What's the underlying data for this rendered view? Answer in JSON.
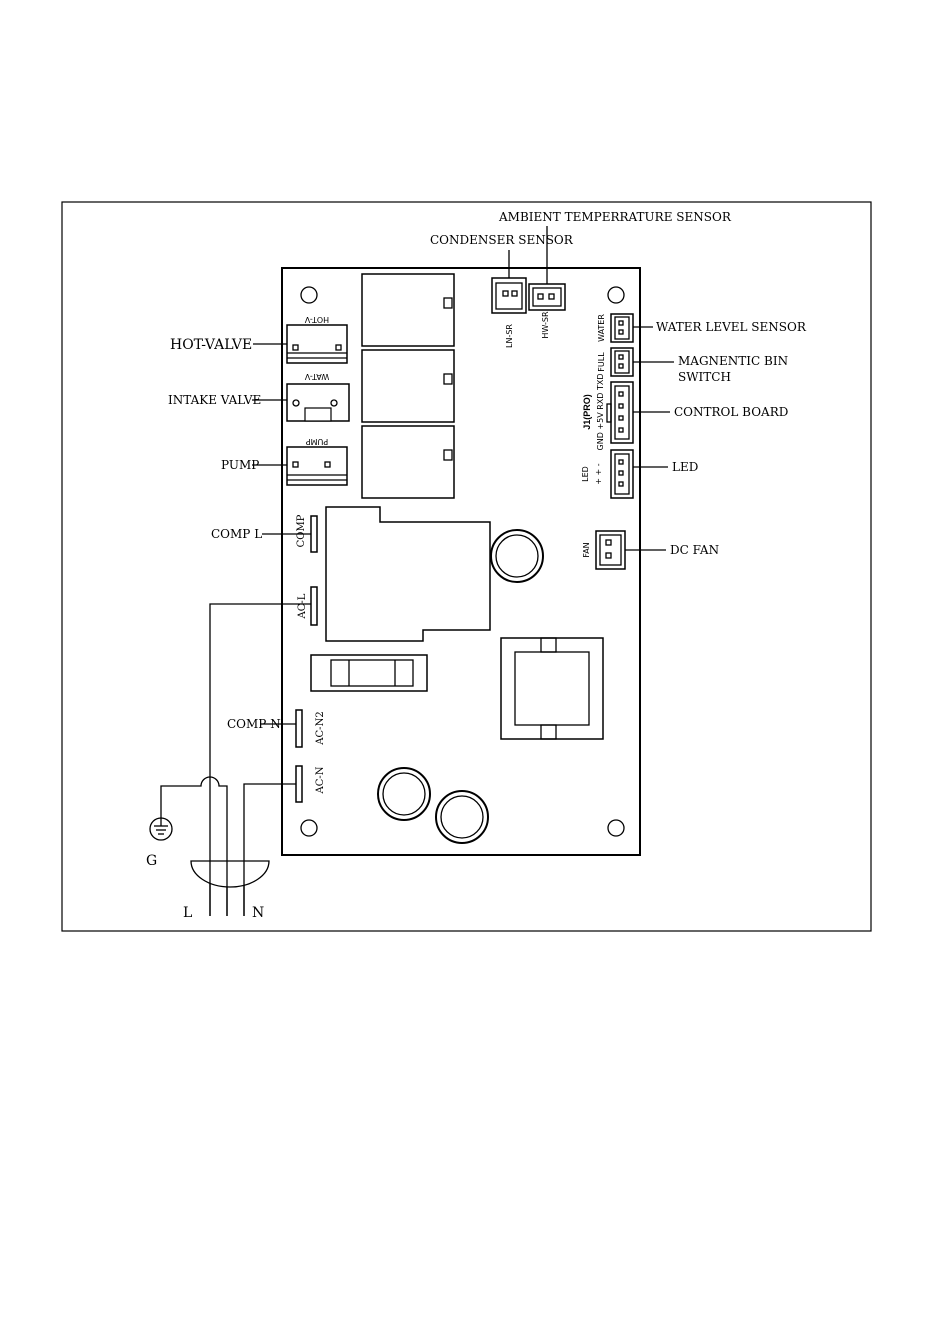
{
  "labels": {
    "ambient_sensor": "AMBIENT TEMPERRATURE SENSOR",
    "condenser_sensor": "CONDENSER SENSOR",
    "water_level_sensor": "WATER LEVEL SENSOR",
    "magnetic_bin_line1": "MAGNENTIC BIN",
    "magnetic_bin_line2": "SWITCH",
    "control_board": "CONTROL BOARD",
    "led": "LED",
    "dc_fan": "DC FAN",
    "hot_valve": "HOT-VALVE",
    "intake_valve": "INTAKE VALVE",
    "pump": "PUMP",
    "comp_l": "COMP L",
    "comp_n": "COMP N",
    "ground": "G",
    "line": "L",
    "neutral": "N"
  },
  "board_marks": {
    "hot_v": "HOT-V",
    "wat_v": "WAT-V",
    "pump": "PUMP",
    "comp": "COMP",
    "ac_l": "AC-L",
    "ac_n2": "AC-N2",
    "ac_n": "AC-N",
    "ln_sr": "LN-SR",
    "hw_sr": "HW-SR",
    "water": "WATER",
    "full": "FULL",
    "j1_pro": "J1(PRO)",
    "j1_pins": "GND +5V RXD TXD",
    "led_mark": "LED",
    "led_pins": "+ + -",
    "fan": "FAN"
  }
}
